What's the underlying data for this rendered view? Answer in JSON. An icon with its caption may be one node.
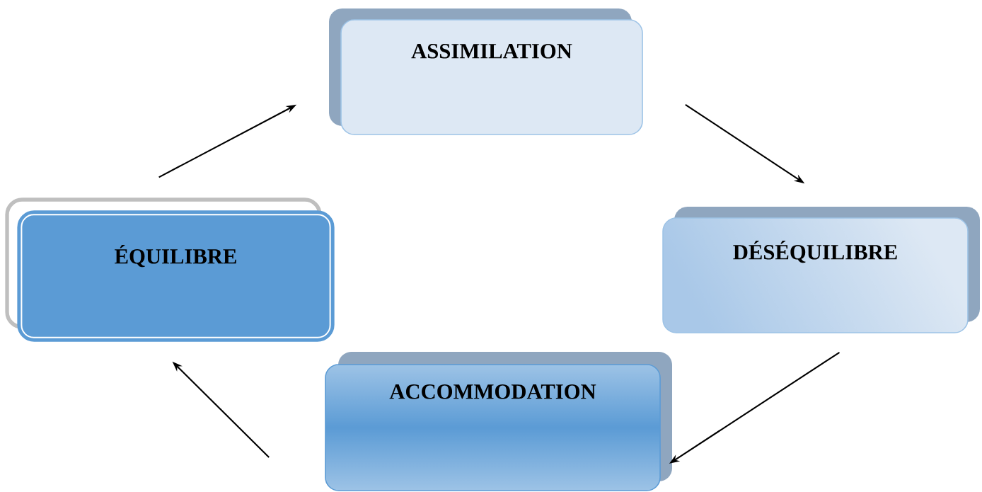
{
  "diagram": {
    "nodes": [
      {
        "text": [
          "ASSIMILATION"
        ]
      },
      {
        "text": [
          "ÉQUILIBRE"
        ]
      },
      {
        "text": [
          "DÉSÉQUILIBRE"
        ]
      },
      {
        "text": [
          "ACCOMMODATION"
        ]
      }
    ],
    "edges": [
      {
        "from": 1,
        "to": 0,
        "arrow": "to"
      },
      {
        "from": 0,
        "to": 2,
        "arrow": "to"
      },
      {
        "from": 2,
        "to": 3,
        "arrow": "to"
      },
      {
        "from": 3,
        "to": 1,
        "arrow": "to"
      }
    ]
  }
}
